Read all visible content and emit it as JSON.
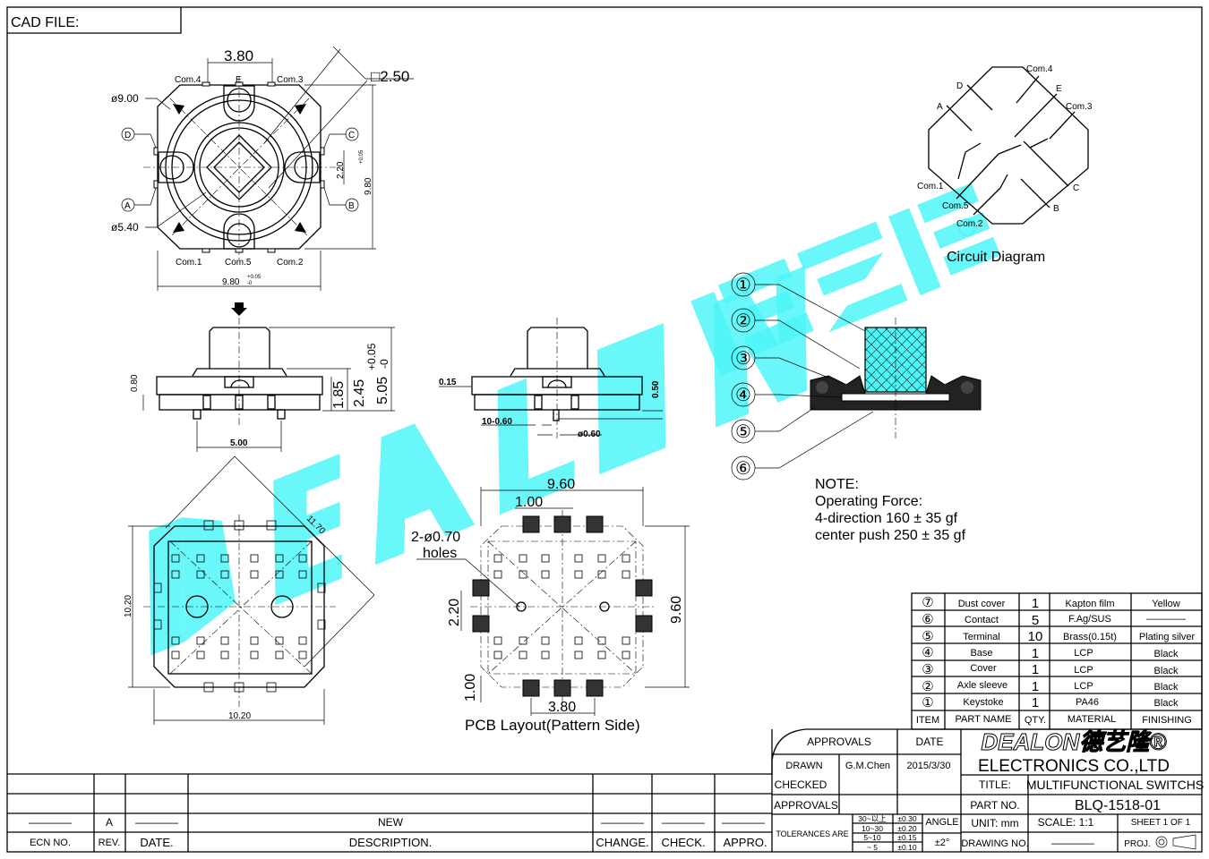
{
  "header": {
    "cad_file_label": "CAD  FILE:"
  },
  "top_view": {
    "dim_width_top": "3.80",
    "dim_square": "□2.50",
    "dim_outer_dia": "ø9.00",
    "dim_inner_dia": "ø5.40",
    "dim_pin_pitch": "2.20",
    "dim_height": "9.80",
    "dim_width": "9.80",
    "tol_plus": "+0.05",
    "tol_minus": "-0",
    "labels": {
      "com4": "Com.4",
      "e": "E",
      "com3": "Com.3",
      "com1": "Com.1",
      "com5": "Com.5",
      "com2": "Com.2",
      "a": "A",
      "b": "B",
      "c": "C",
      "d": "D"
    }
  },
  "side_view": {
    "d080": "0.80",
    "d185": "1.85",
    "d245": "2.45",
    "d505": "5.05",
    "tol_plus": "+0.05",
    "tol_minus": "-0",
    "d500": "5.00"
  },
  "side_view2": {
    "d015": "0.15",
    "d050": "0.50",
    "d10": "10-0.60",
    "d060": "ø0.60"
  },
  "bottom_view": {
    "diag": "11.70",
    "height": "10.20",
    "width": "10.20"
  },
  "pcb_layout": {
    "width": "9.60",
    "pitch": "1.00",
    "holes": "2-ø0.70",
    "holes_label": "holes",
    "pin_pitch": "2.20",
    "height": "9.60",
    "offset": "1.00",
    "pad_pitch": "3.80",
    "caption": "PCB  Layout(Pattern  Side)"
  },
  "circuit": {
    "title": "Circuit  Diagram",
    "labels": {
      "com4": "Com.4",
      "d": "D",
      "e": "E",
      "a": "A",
      "com3": "Com.3",
      "com1": "Com.1",
      "c": "C",
      "com5": "Com.5",
      "b": "B",
      "com2": "Com.2"
    }
  },
  "callouts": [
    "①",
    "②",
    "③",
    "④",
    "⑤",
    "⑥"
  ],
  "note": {
    "title": "NOTE:",
    "line1": "Operating  Force:",
    "line2": "4-direction  160  ±  35  gf",
    "line3": "center  push  250  ±  35  gf"
  },
  "parts_table": {
    "headers": {
      "item": "ITEM",
      "part_name": "PART  NAME",
      "qty": "QTY.",
      "material": "MATERIAL",
      "finishing": "FINISHING"
    },
    "rows": [
      {
        "item": "⑦",
        "name": "Dust  cover",
        "qty": "1",
        "material": "Kapton  film",
        "finishing": "Yellow"
      },
      {
        "item": "⑥",
        "name": "Contact",
        "qty": "5",
        "material": "F.Ag/SUS",
        "finishing": "————"
      },
      {
        "item": "⑤",
        "name": "Terminal",
        "qty": "10",
        "material": "Brass(0.15t)",
        "finishing": "Plating  silver"
      },
      {
        "item": "④",
        "name": "Base",
        "qty": "1",
        "material": "LCP",
        "finishing": "Black"
      },
      {
        "item": "③",
        "name": "Cover",
        "qty": "1",
        "material": "LCP",
        "finishing": "Black"
      },
      {
        "item": "②",
        "name": "Axle  sleeve",
        "qty": "1",
        "material": "LCP",
        "finishing": "Black"
      },
      {
        "item": "①",
        "name": "Keystoke",
        "qty": "1",
        "material": "PA46",
        "finishing": "Black"
      }
    ]
  },
  "title_block": {
    "approvals_header": "APPROVALS",
    "date_header": "DATE",
    "drawn_label": "DRAWN",
    "drawn_by": "G.M.Chen",
    "drawn_date": "2015/3/30",
    "checked_label": "CHECKED",
    "approvals_label": "APPROVALS",
    "tolerances_label": "TOLERANCES  ARE",
    "tolerances": [
      {
        "range": "30~以上",
        "value": "±0.30"
      },
      {
        "range": "10~30",
        "value": "±0.20"
      },
      {
        "range": "5~10",
        "value": "±0.15"
      },
      {
        "range": "~  5",
        "value": "±0.10"
      }
    ],
    "angle_label": "ANGLE",
    "angle_value": "±2°",
    "company_logo": "DEALON德艺隆®",
    "company": "ELECTRONICS  CO.,LTD",
    "title_label": "TITLE:",
    "title_value": "MULTIFUNCTIONAL  SWITCHS",
    "part_no_label": "PART  NO.",
    "part_no_value": "BLQ-1518-01",
    "unit": "UNIT:  mm",
    "scale": "SCALE:   1:1",
    "sheet": "SHEET   1  OF  1",
    "drawing_no_label": "DRAWING  NO.",
    "drawing_no_value": "————",
    "proj_label": "PROJ."
  },
  "revision_block": {
    "row": {
      "ecn": "————",
      "rev": "A",
      "date": "————",
      "description": "NEW",
      "change": "————",
      "check": "————",
      "appro": "————"
    },
    "headers": {
      "ecn": "ECN  NO.",
      "rev": "REV.",
      "date": "DATE.",
      "description": "DESCRIPTION.",
      "change": "CHANGE.",
      "check": "CHECK.",
      "appro": "APPRO."
    }
  },
  "watermark": {
    "text": "DEALON",
    "cn": "德艺隆",
    "reg": "®"
  },
  "colors": {
    "watermark": "#4ff6f8",
    "line": "#000000"
  }
}
